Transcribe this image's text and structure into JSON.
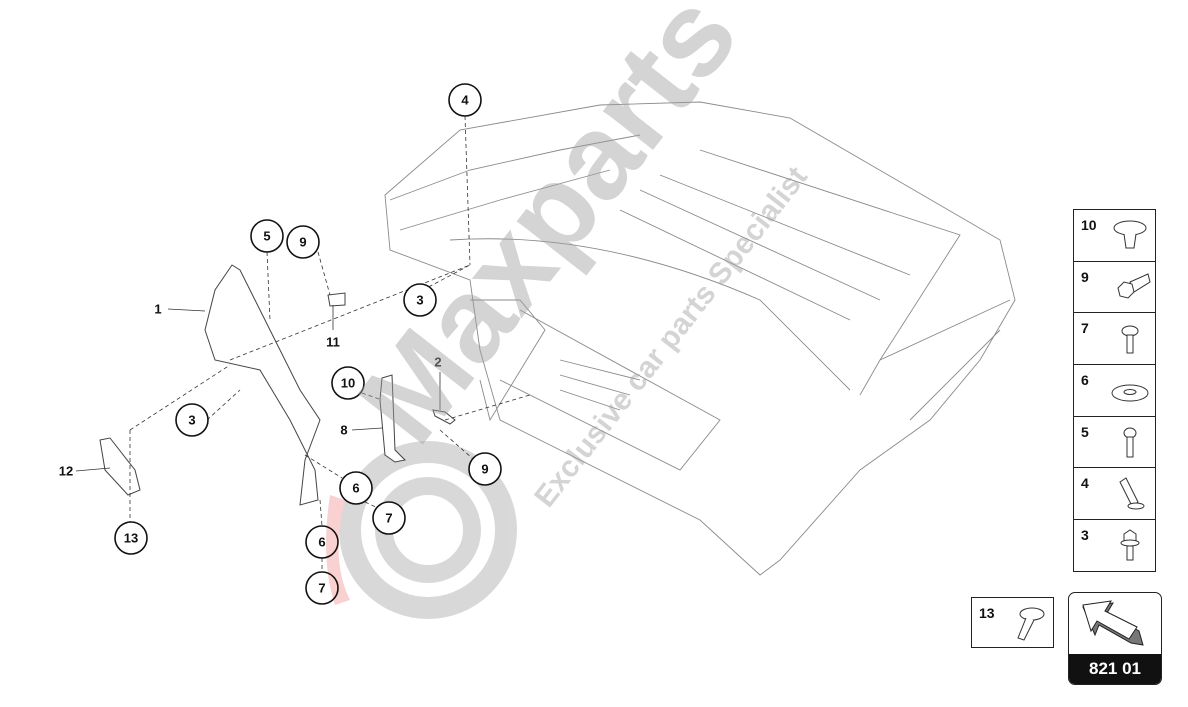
{
  "diagram": {
    "callouts": [
      "4",
      "5",
      "9",
      "3",
      "10",
      "3",
      "9",
      "6",
      "7",
      "13",
      "6",
      "7"
    ],
    "labels": [
      "1",
      "11",
      "2",
      "8",
      "12"
    ]
  },
  "legend": [
    {
      "num": "10",
      "icon": "push-rivet-clip-icon"
    },
    {
      "num": "9",
      "icon": "hex-flange-bolt-icon"
    },
    {
      "num": "7",
      "icon": "torx-screw-icon"
    },
    {
      "num": "6",
      "icon": "washer-icon"
    },
    {
      "num": "5",
      "icon": "pan-head-screw-icon"
    },
    {
      "num": "4",
      "icon": "expansion-nut-icon"
    },
    {
      "num": "3",
      "icon": "hex-bolt-icon"
    }
  ],
  "extra_part": {
    "num": "13",
    "icon": "flat-head-screw-icon"
  },
  "reference": {
    "code": "821 01",
    "icon": "direction-arrow-icon"
  },
  "watermark": {
    "brand": "Maxparts",
    "tagline": "Exclusive car parts Specialist"
  }
}
